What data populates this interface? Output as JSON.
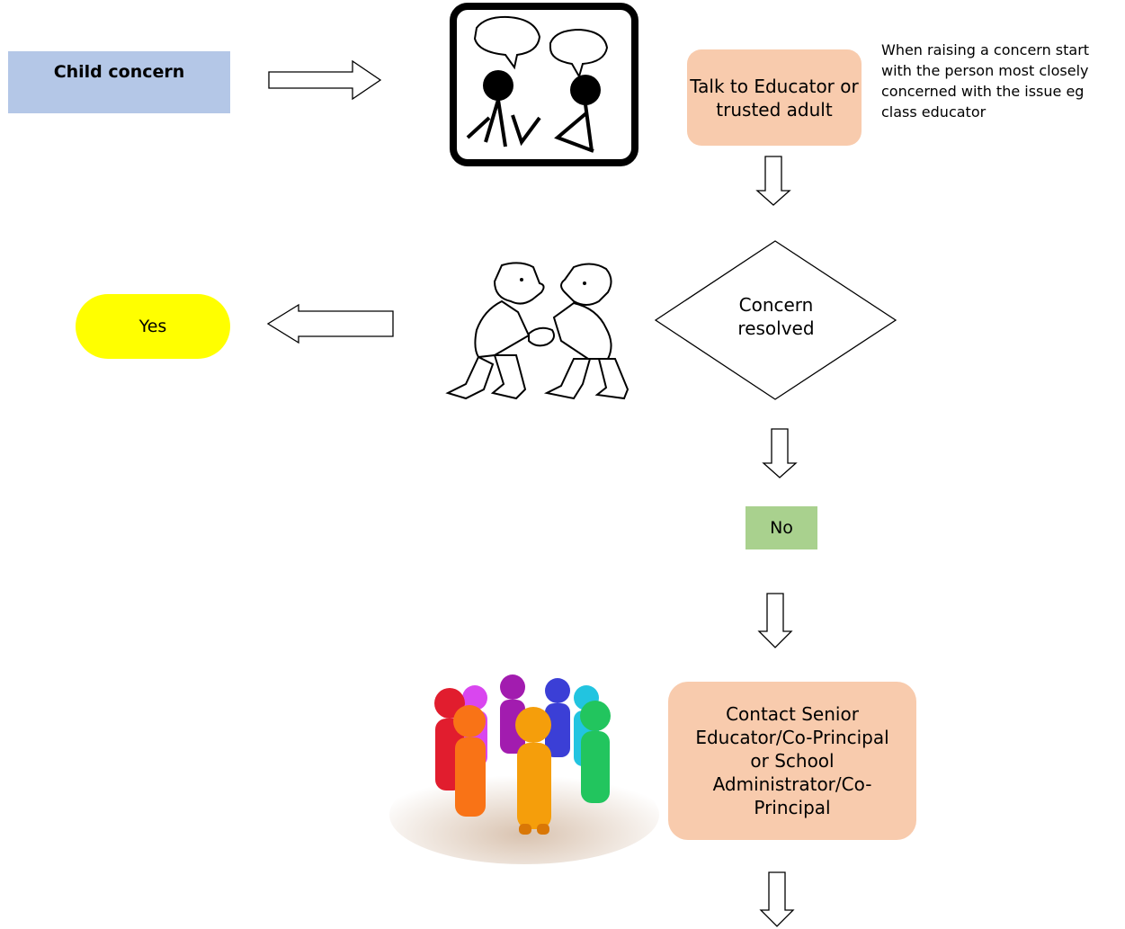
{
  "nodes": {
    "child_concern": "Child concern",
    "talk": "Talk to Educator or trusted adult",
    "note": "When raising a concern start with the person most closely concerned with the issue eg class educator",
    "concern_resolved": "Concern resolved",
    "yes": "Yes",
    "no": "No",
    "contact": "Contact Senior Educator/Co-Principal or School Administrator/Co-Principal"
  },
  "colors": {
    "child_concern": "#b4c7e7",
    "talk": "#f8cbad",
    "yes": "#ffff00",
    "no": "#a9d18e",
    "contact": "#f8cbad"
  },
  "icons": [
    "talking-people-icon",
    "handshake-people-icon",
    "colorful-people-group-image"
  ]
}
